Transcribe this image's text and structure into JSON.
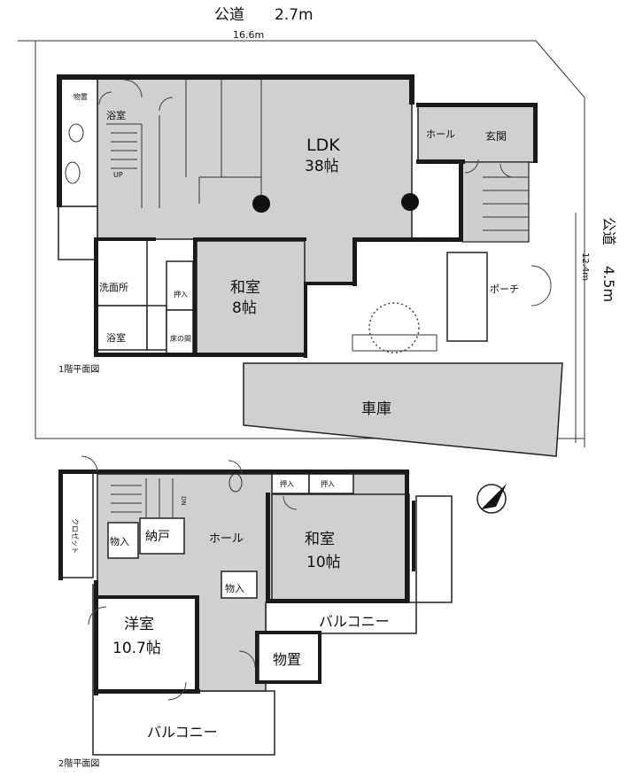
{
  "road_top": {
    "label": "公道",
    "width": "2.7m"
  },
  "road_right": {
    "label": "公道",
    "width": "4.5m"
  },
  "dims": {
    "top": "16.6m",
    "right": "12.4m"
  },
  "floor1": {
    "caption": "1階平面図",
    "rooms": {
      "storage": "物置",
      "bath_small": "浴室",
      "up": "UP",
      "ldk": "LDK",
      "ldk_size": "38帖",
      "hall": "ホール",
      "entrance": "玄関",
      "washroom": "洗面所",
      "oshiire": "押入",
      "tokonoma": "床の間",
      "washitsu": "和室",
      "washitsu_size": "8帖",
      "bath": "浴室",
      "porch": "ポーチ",
      "garage": "車庫"
    }
  },
  "floor2": {
    "caption": "2階平面図",
    "rooms": {
      "closet": "クロゼット",
      "dn": "DN",
      "monoire1": "物入",
      "nando": "納戸",
      "hall": "ホール",
      "oshiire1": "押入",
      "oshiire2": "押入",
      "washitsu": "和室",
      "washitsu_size": "10帖",
      "monoire2": "物入",
      "balcony_east": "バルコニー",
      "youshitsu": "洋室",
      "youshitsu_size": "10.7帖",
      "storage": "物置",
      "balcony_south": "バルコニー"
    }
  },
  "colors": {
    "floor_fill": "#d0d0d0",
    "wall": "#1a1a1a",
    "outline": "#222222"
  }
}
